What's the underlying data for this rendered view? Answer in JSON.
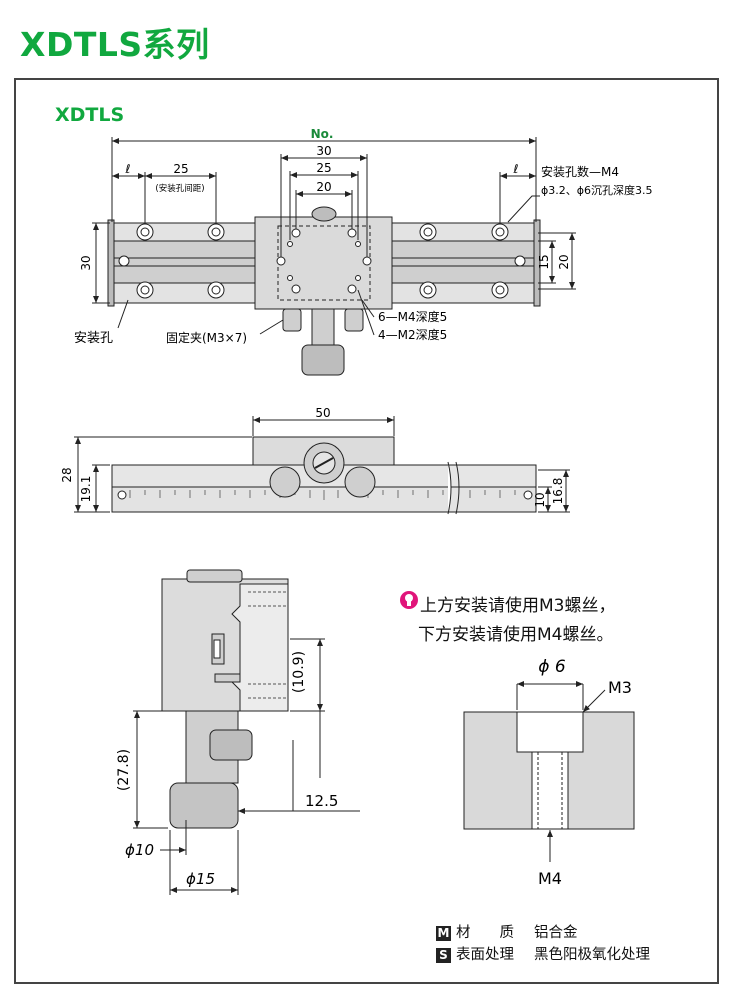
{
  "page": {
    "title": "XDTLS系列",
    "section_label": "XDTLS"
  },
  "top_view": {
    "no_label": "No.",
    "dim_30_top": "30",
    "dim_25_mid": "25",
    "dim_20_mid": "20",
    "dim_l_left": "ℓ",
    "dim_25_left": "25",
    "mount_pitch_note": "(安装孔间距)",
    "dim_l_right": "ℓ",
    "mount_hole_count": "安装孔数—M4",
    "counterbore_note": "ϕ3.2、ϕ6沉孔深度3.5",
    "dim_30_left": "30",
    "dim_15_right": "15",
    "dim_20_right": "20",
    "label_mount_hole": "安装孔",
    "label_clamp": "固定夹(M3×7)",
    "label_m4": "6—M4深度5",
    "label_m2": "4—M2深度5"
  },
  "front_view": {
    "dim_50": "50",
    "dim_28": "28",
    "dim_19_1": "19.1",
    "dim_10": "10",
    "dim_16_8": "16.8"
  },
  "side_view": {
    "dim_10_9": "(10.9)",
    "dim_27_8": "(27.8)",
    "dim_12_5": "12.5",
    "dim_phi10": "ϕ10",
    "dim_phi15": "ϕ15"
  },
  "detail": {
    "dim_phi6": "ϕ 6",
    "m3": "M3",
    "m4": "M4"
  },
  "note": {
    "icon": "bulb-icon",
    "line1": "上方安装请使用M3螺丝，",
    "line2": "下方安装请使用M4螺丝。"
  },
  "spec": {
    "material_badge": "M",
    "material_key": "材　　质",
    "material_value": "铝合金",
    "surface_badge": "S",
    "surface_key": "表面处理",
    "surface_value": "黑色阳极氧化处理"
  },
  "colors": {
    "title_green": "#11a83f",
    "note_icon": "#e0157a",
    "part_fill": "#d9d9d9",
    "line": "#222222"
  }
}
